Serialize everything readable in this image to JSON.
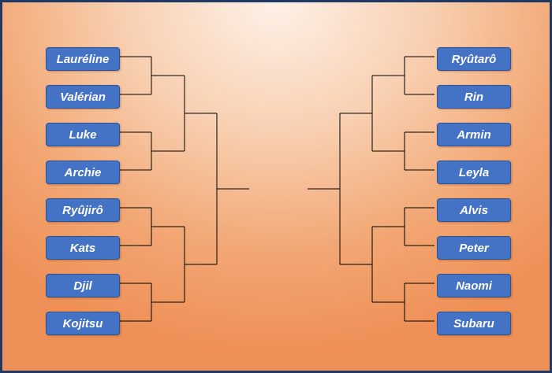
{
  "bracket": {
    "left": [
      "Lauréline",
      "Valérian",
      "Luke",
      "Archie",
      "Ryûjirô",
      "Kats",
      "Djil",
      "Kojitsu"
    ],
    "right": [
      "Ryûtarô",
      "Rin",
      "Armin",
      "Leyla",
      "Alvis",
      "Peter",
      "Naomi",
      "Subaru"
    ]
  },
  "colors": {
    "box_fill": "#4472c4",
    "box_border": "#2f528f",
    "line": "#000000",
    "frame_border": "#1f3864"
  }
}
